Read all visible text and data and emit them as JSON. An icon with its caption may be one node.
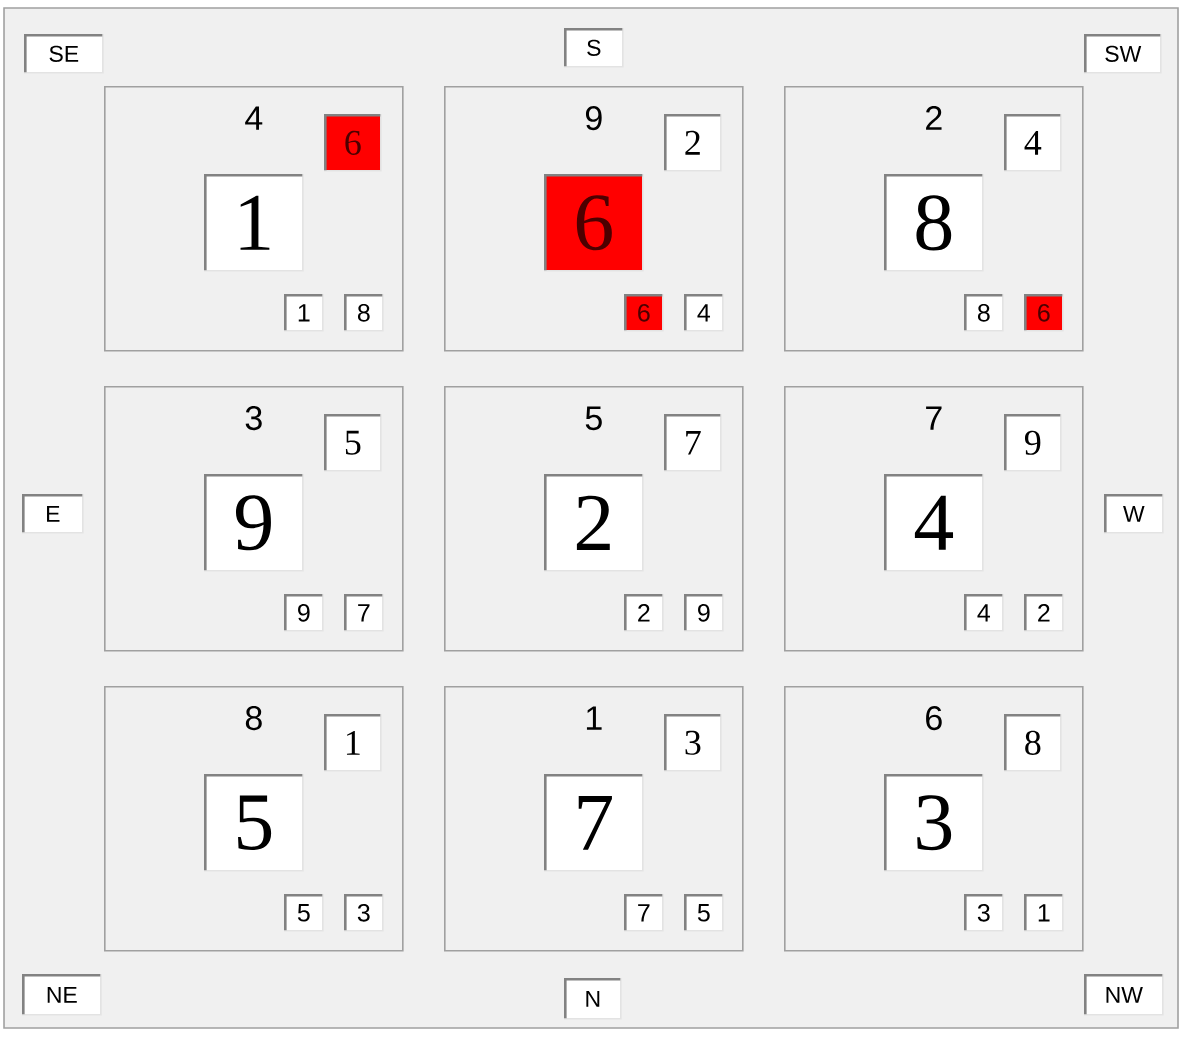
{
  "diagram": {
    "nodes": [
      {
        "text": [
          "SE"
        ]
      },
      {
        "text": [
          "S"
        ]
      },
      {
        "text": [
          "SW"
        ]
      },
      {
        "text": [
          "4"
        ]
      },
      {
        "text": [
          "6"
        ],
        "in": 3
      },
      {
        "text": [
          "1"
        ],
        "in": 3
      },
      {
        "text": [
          "1"
        ],
        "in": 3
      },
      {
        "text": [
          "8"
        ],
        "in": 3
      },
      {
        "text": [
          "9"
        ]
      },
      {
        "text": [
          "2"
        ],
        "in": 8
      },
      {
        "text": [
          "6"
        ],
        "in": 8
      },
      {
        "text": [
          "6"
        ],
        "in": 8
      },
      {
        "text": [
          "4"
        ],
        "in": 8
      },
      {
        "text": [
          "2"
        ]
      },
      {
        "text": [
          "4"
        ],
        "in": 13
      },
      {
        "text": [
          "8"
        ],
        "in": 13
      },
      {
        "text": [
          "8"
        ],
        "in": 13
      },
      {
        "text": [
          "6"
        ],
        "in": 13
      },
      {
        "text": [
          "E"
        ]
      },
      {
        "text": [
          "3"
        ]
      },
      {
        "text": [
          "5"
        ],
        "in": 19
      },
      {
        "text": [
          "9"
        ],
        "in": 19
      },
      {
        "text": [
          "9"
        ],
        "in": 19
      },
      {
        "text": [
          "7"
        ],
        "in": 19
      },
      {
        "text": [
          "5"
        ]
      },
      {
        "text": [
          "7"
        ],
        "in": 24
      },
      {
        "text": [
          "2"
        ],
        "in": 24
      },
      {
        "text": [
          "2"
        ],
        "in": 24
      },
      {
        "text": [
          "9"
        ],
        "in": 24
      },
      {
        "text": [
          "7"
        ]
      },
      {
        "text": [
          "9"
        ],
        "in": 29
      },
      {
        "text": [
          "4"
        ],
        "in": 29
      },
      {
        "text": [
          "4"
        ],
        "in": 29
      },
      {
        "text": [
          "2"
        ],
        "in": 29
      },
      {
        "text": [
          "W"
        ]
      },
      {
        "text": [
          "8"
        ]
      },
      {
        "text": [
          "1"
        ],
        "in": 35
      },
      {
        "text": [
          "5"
        ],
        "in": 35
      },
      {
        "text": [
          "5"
        ],
        "in": 35
      },
      {
        "text": [
          "3"
        ],
        "in": 35
      },
      {
        "text": [
          "1"
        ]
      },
      {
        "text": [
          "3"
        ],
        "in": 40
      },
      {
        "text": [
          "7"
        ],
        "in": 40
      },
      {
        "text": [
          "7"
        ],
        "in": 40
      },
      {
        "text": [
          "5"
        ],
        "in": 40
      },
      {
        "text": [
          "6"
        ]
      },
      {
        "text": [
          "8"
        ],
        "in": 45
      },
      {
        "text": [
          "3"
        ],
        "in": 45
      },
      {
        "text": [
          "3"
        ],
        "in": 45
      },
      {
        "text": [
          "1"
        ],
        "in": 45
      },
      {
        "text": [
          "NE"
        ]
      },
      {
        "text": [
          "N"
        ]
      },
      {
        "text": [
          "NW"
        ]
      }
    ]
  }
}
